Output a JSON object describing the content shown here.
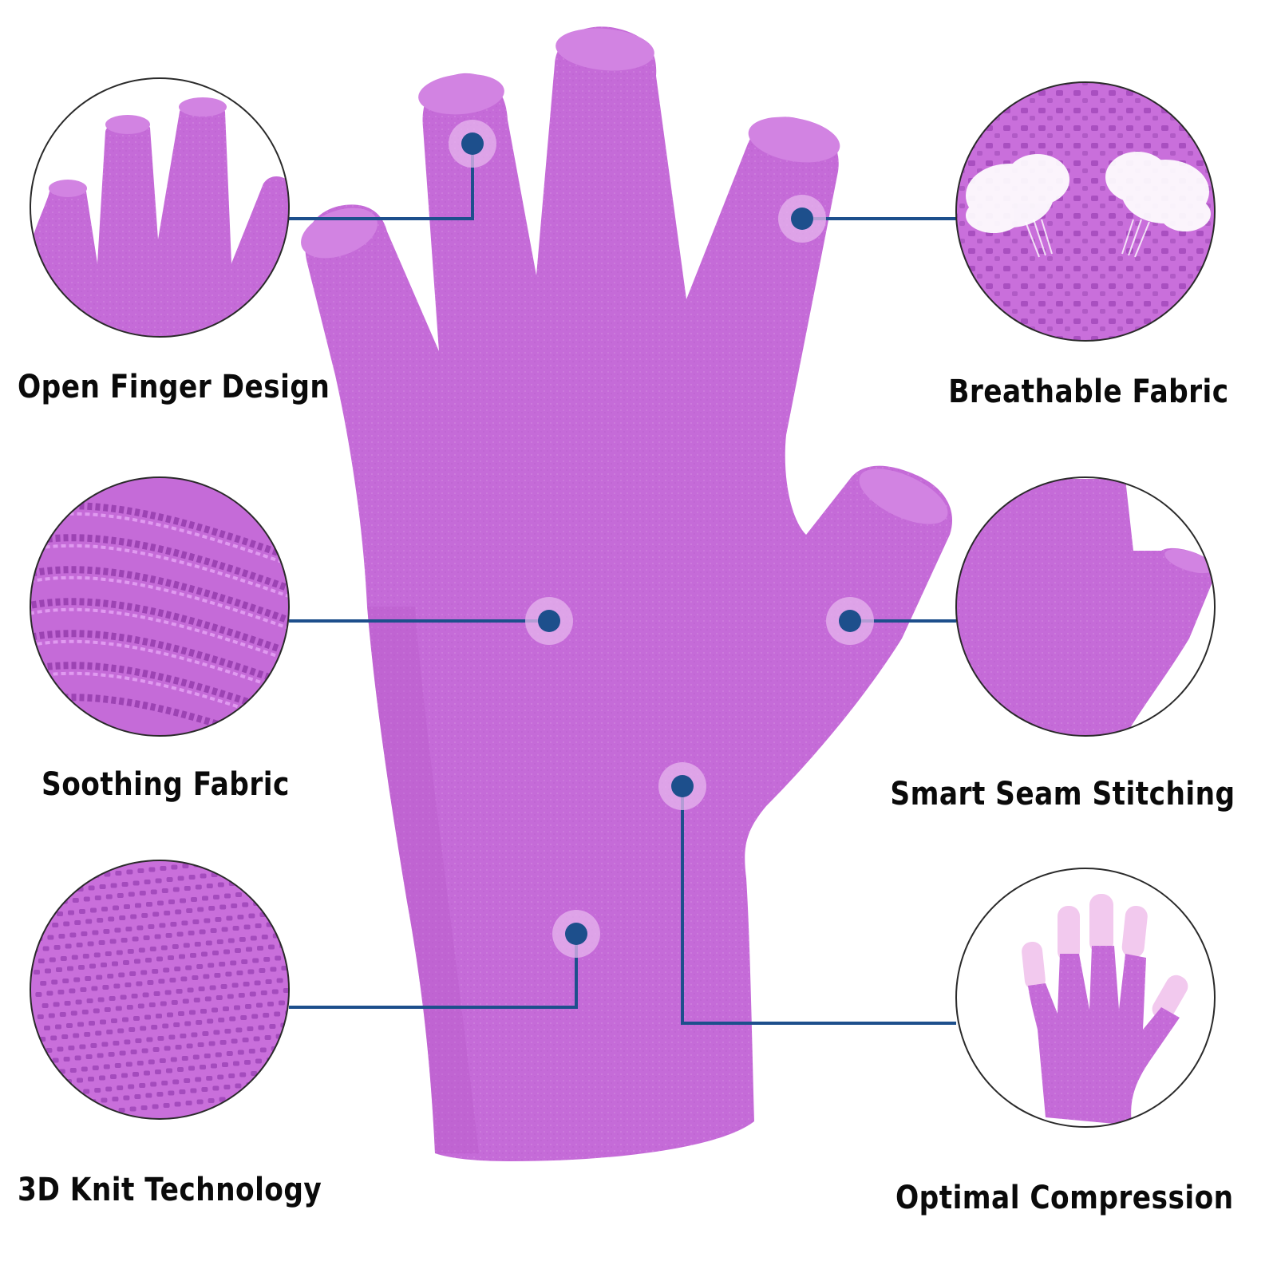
{
  "colors": {
    "glove": "#c56bd8",
    "glove_shadow": "#b258c8",
    "glove_light": "#d58ae4",
    "fingertip_pale": "#f2c9ee",
    "connector": "#1d4f8c",
    "dot_halo": "#e6b6ee",
    "circle_border": "#2a2a2a",
    "label_text": "#0a0a0a",
    "background": "#ffffff"
  },
  "callouts": [
    {
      "id": "open-finger",
      "label": "Open Finger Design",
      "icon": "open-finger-closeup-icon"
    },
    {
      "id": "breathable",
      "label": "Breathable Fabric",
      "icon": "breathable-airflow-icon"
    },
    {
      "id": "soothing",
      "label": "Soothing Fabric",
      "icon": "knit-weave-closeup-icon"
    },
    {
      "id": "seam",
      "label": "Smart Seam Stitching",
      "icon": "thumb-seam-closeup-icon"
    },
    {
      "id": "knit3d",
      "label": "3D Knit Technology",
      "icon": "mesh-knit-closeup-icon"
    },
    {
      "id": "compression",
      "label": "Optimal Compression",
      "icon": "compression-glove-icon"
    }
  ]
}
